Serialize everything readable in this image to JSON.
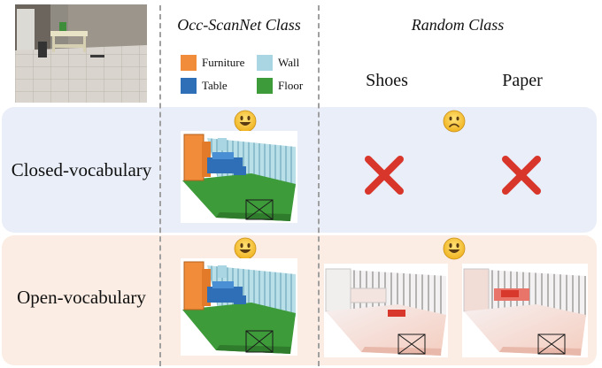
{
  "headers": {
    "occ_class": "Occ-ScanNet Class",
    "random_class": "Random Class"
  },
  "legend": [
    {
      "label": "Furniture",
      "color": "#f08c3a"
    },
    {
      "label": "Wall",
      "color": "#a9d6e2"
    },
    {
      "label": "Table",
      "color": "#2f6fb8"
    },
    {
      "label": "Floor",
      "color": "#3e9b3a"
    }
  ],
  "random_classes": [
    "Shoes",
    "Paper"
  ],
  "rows": {
    "closed": {
      "label": "Closed-vocabulary",
      "occ_result": "happy-face-icon",
      "random_result": "sad-face-icon"
    },
    "open": {
      "label": "Open-vocabulary",
      "occ_result": "happy-face-icon",
      "random_result": "happy-face-icon"
    }
  },
  "colors": {
    "closed_band": "#e9eef8",
    "open_band": "#fbede3",
    "cross": "#d9362b",
    "highlight": "#d8382c"
  }
}
